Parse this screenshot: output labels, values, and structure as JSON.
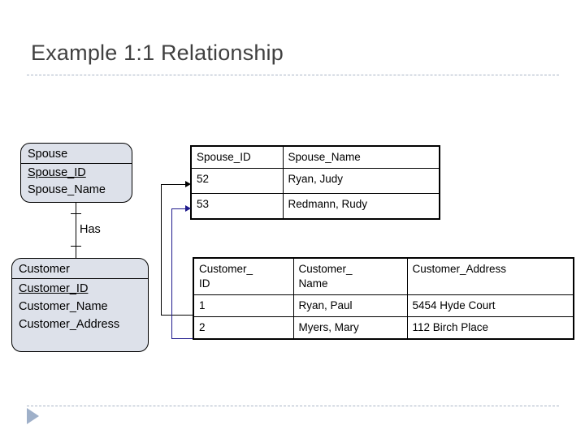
{
  "slide": {
    "title": "Example 1:1 Relationship"
  },
  "footer": {
    "next_icon": "play-triangle-icon"
  },
  "entities": [
    {
      "name": "spouse",
      "header": "Spouse",
      "attributes": [
        {
          "label": "Spouse_ID",
          "primary_key": true
        },
        {
          "label": "Spouse_Name",
          "primary_key": false
        }
      ]
    },
    {
      "name": "customer",
      "header": "Customer",
      "attributes": [
        {
          "label": "Customer_ID",
          "primary_key": true
        },
        {
          "label": "Customer_Name",
          "primary_key": false
        },
        {
          "label": "Customer_Address",
          "primary_key": false
        }
      ]
    }
  ],
  "relationship": {
    "label": "Has",
    "cardinality": "1:1"
  },
  "tables": {
    "spouse": {
      "headers": [
        "Spouse_ID",
        "Spouse_Name"
      ],
      "rows": [
        [
          "52",
          "Ryan, Judy"
        ],
        [
          "53",
          "Redmann, Rudy"
        ]
      ]
    },
    "customer": {
      "headers": [
        "Customer_\nID",
        "Customer_\nName",
        "Customer_Address"
      ],
      "rows": [
        [
          "1",
          "Ryan, Paul",
          "5454 Hyde Court"
        ],
        [
          "2",
          "Myers, Mary",
          "112 Birch Place"
        ]
      ]
    }
  },
  "connectors": [
    {
      "name": "customer-1-to-spouse-52",
      "color": "#000000"
    },
    {
      "name": "customer-2-to-spouse-53",
      "color": "#1f1a8c"
    }
  ],
  "colors": {
    "entity_fill": "#dde1ea",
    "title_text": "#404040",
    "rule": "#a9b4c6",
    "footer_triangle": "#9fb0c9",
    "connector_blue": "#1f1a8c"
  }
}
